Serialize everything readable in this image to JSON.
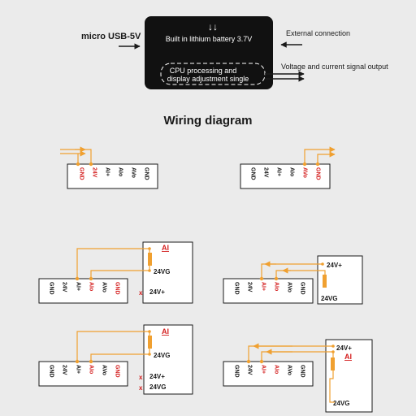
{
  "colors": {
    "background": "#ebebeb",
    "wire": "#f0a030",
    "label_red": "#d42020",
    "black": "#1a1a1a",
    "module": "#111111",
    "box_fill": "#ffffff"
  },
  "top": {
    "micro_usb": "micro USB-5V",
    "battery": "Built in lithium battery 3.7V",
    "battery_arrows": "↓↓",
    "external": "External connection",
    "cpu_line1": "CPU processing and",
    "cpu_line2": "display adjustment single",
    "output": "Voltage and current signal output"
  },
  "heading": "Wiring diagram",
  "pins": [
    "GND",
    "24V",
    "AI+",
    "AIo",
    "AVo",
    "GND"
  ],
  "cross": "x",
  "sensor": {
    "title": "AI",
    "plus": "24V+",
    "gnd": "24VG"
  }
}
